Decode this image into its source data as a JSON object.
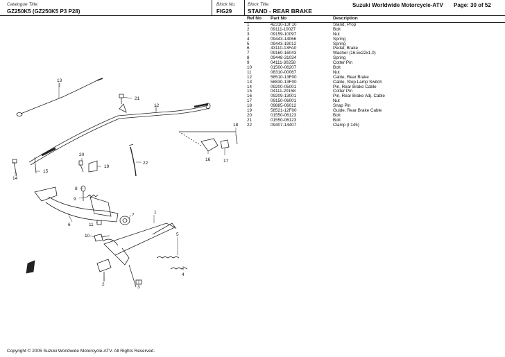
{
  "header": {
    "catalogue_label": "Catalogue Title:",
    "catalogue_value": "GZ250K5 (GZ250K5 P3 P28)",
    "block_no_label": "Block No.",
    "block_no_value": "FIG29",
    "block_title_label": "Block Title.",
    "block_title_value": "STAND - REAR BRAKE",
    "publisher": "Suzuki Worldwide Motorcycle-ATV",
    "page": "Page: 30 of 52"
  },
  "table": {
    "headers": [
      "Ref No",
      "Part No",
      "Description"
    ],
    "rows": [
      [
        "1",
        "42310-13F10",
        "Stand, Prop"
      ],
      [
        "2",
        "09111-10027",
        "Bolt"
      ],
      [
        "3",
        "09159-10097",
        "Nut"
      ],
      [
        "4",
        "09443-14066",
        "Spring"
      ],
      [
        "5",
        "09443-19012",
        "Spring"
      ],
      [
        "6",
        "43110-13FA0",
        "Pedal, Brake"
      ],
      [
        "7",
        "09160-16043",
        "Washer (16.5x22x1.0)"
      ],
      [
        "8",
        "09448-31034",
        "Spring"
      ],
      [
        "9",
        "04111-30258",
        "Cotter Pin"
      ],
      [
        "10",
        "01500-06207",
        "Bolt"
      ],
      [
        "11",
        "08310-00067",
        "Nut"
      ],
      [
        "12",
        "58510-13F00",
        "Cable, Rear Brake"
      ],
      [
        "13",
        "58830-13F00",
        "Cable, Stop Lamp Switch"
      ],
      [
        "14",
        "09200-05001",
        "Pin, Rear Brake Cable"
      ],
      [
        "15",
        "04111-20158",
        "Cotter Pin"
      ],
      [
        "16",
        "09209-13001",
        "Pin, Rear Brake Adj. Cable"
      ],
      [
        "17",
        "09150-06001",
        "Nut"
      ],
      [
        "18",
        "09885-06012",
        "Snap Pin"
      ],
      [
        "19",
        "58521-12F00",
        "Guide, Rear Brake Cable"
      ],
      [
        "20",
        "01550-06123",
        "Bolt"
      ],
      [
        "21",
        "01550-06123",
        "Bolt"
      ],
      [
        "22",
        "09407-14407",
        "Clamp (l:145)"
      ]
    ]
  },
  "diagram": {
    "callouts": [
      "1",
      "2",
      "3",
      "4",
      "5",
      "6",
      "7",
      "8",
      "9",
      "10",
      "11",
      "12",
      "13",
      "14",
      "15",
      "16",
      "17",
      "18",
      "19",
      "20",
      "21",
      "22"
    ]
  },
  "footer": {
    "copyright": "Copyright © 2005  Suzuki Worldwide Motorcycle-ATV.  All Rights Reserved."
  }
}
